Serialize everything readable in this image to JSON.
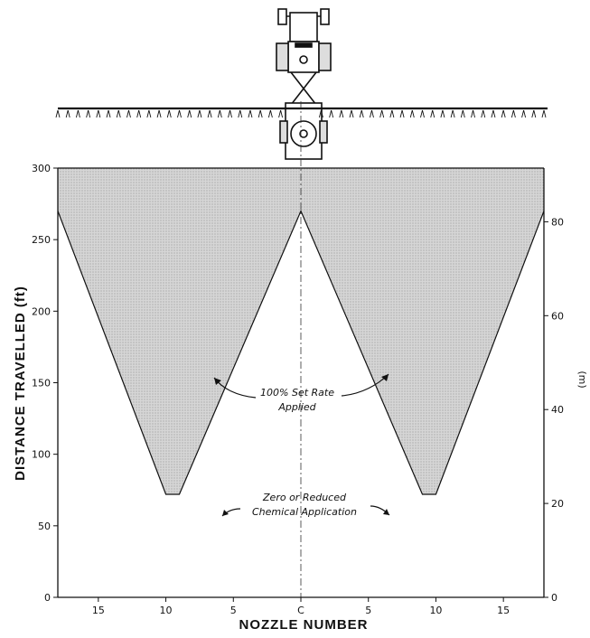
{
  "chart_data": {
    "type": "area",
    "xlabel": "NOZZLE NUMBER",
    "ylabel": "DISTANCE TRAVELLED (ft)",
    "y2label": "(m)",
    "x_tick_labels": [
      "15",
      "10",
      "5",
      "C",
      "5",
      "10",
      "15"
    ],
    "x_tick_positions": [
      -15,
      -10,
      -5,
      0,
      5,
      10,
      15
    ],
    "xlim": [
      -18,
      18
    ],
    "y_ticks": [
      0,
      50,
      100,
      150,
      200,
      250,
      300
    ],
    "ylim": [
      0,
      300
    ],
    "y2_ticks": [
      0,
      20,
      40,
      60,
      80
    ],
    "y2lim": [
      0,
      91.44
    ],
    "grid": false,
    "shaded_region": {
      "name": "",
      "fill_color": "#cfcfcf",
      "boundary": {
        "x": [
          -18,
          -10,
          -9,
          0,
          9,
          10,
          18
        ],
        "y": [
          270,
          72,
          72,
          270,
          72,
          72,
          270
        ]
      },
      "top": 300
    },
    "annotations": [
      {
        "text": [
          "100% Set Rate",
          "Applied"
        ]
      },
      {
        "text": [
          "Zero or Reduced",
          "Chemical Application"
        ]
      }
    ]
  },
  "colors": {
    "ink": "#111111",
    "shade": "#cfcfcf",
    "background": "#ffffff"
  },
  "illustration": {
    "tractor_icon": "tractor-sprayer-icon",
    "boom_icon": "spray-boom-icon"
  }
}
